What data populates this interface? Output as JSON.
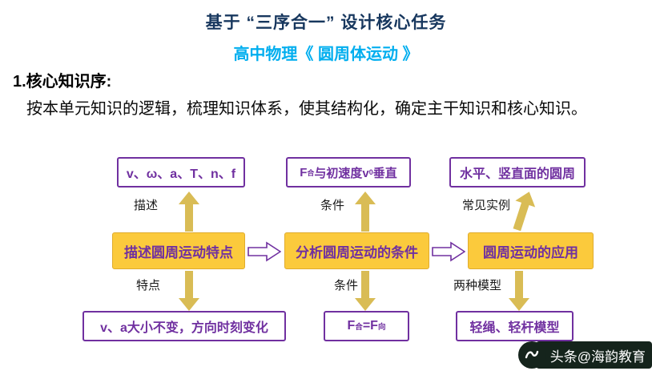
{
  "header": {
    "title": "基于 “三序合一” 设计核心任务",
    "subtitle": "高中物理《 圆周体运动 》",
    "section_label": "1.核心知识序:",
    "paragraph": "按本单元知识的逻辑，梳理知识体系，使其结构化，确定主干知识和核心知识。"
  },
  "diagram": {
    "col1": {
      "top_box": "v、ω、a、T、n、f",
      "top_label": "描述",
      "main_box": "描述圆周运动特点",
      "bottom_label": "特点",
      "bottom_box": "v、a大小不变，方向时刻变化"
    },
    "col2": {
      "top_formula": {
        "t1": "F",
        "sub1": "合",
        "t2": "与初速度v",
        "sub2": "0",
        "t3": "垂直"
      },
      "top_label": "条件",
      "main_box": "分析圆周运动的条件",
      "bottom_label": "条件",
      "bottom_formula": {
        "t1": "F",
        "sub1": "合",
        "t2": "=F",
        "sub2": "向"
      }
    },
    "col3": {
      "top_box": "水平、竖直面的圆周",
      "top_label": "常见实例",
      "main_box": "圆周运动的应用",
      "bottom_label": "两种模型",
      "bottom_box": "轻绳、轻杆模型"
    },
    "colors": {
      "title_navy": "#17375E",
      "subtitle_cyan": "#00AEEF",
      "box_purple": "#7030A0",
      "box_gold": "#FBCA3C",
      "arrow_gold": "#D9BC55",
      "watermark_bg": "#15241C"
    }
  },
  "watermark": {
    "text": "头条@海韵教育"
  }
}
